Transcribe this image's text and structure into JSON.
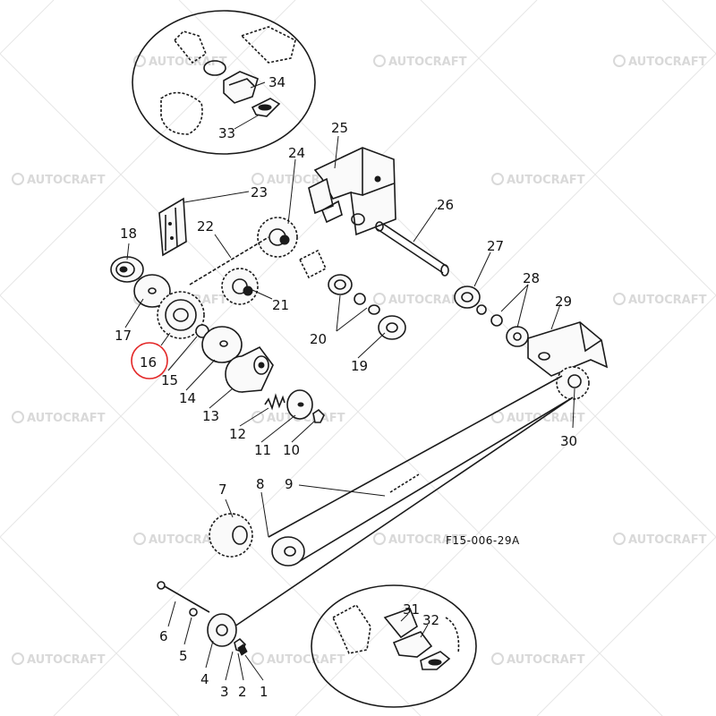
{
  "watermark": "AUTOCRAFT",
  "figure_code": "F15-006-29A",
  "highlight_color": "#e32626",
  "parts": [
    "1",
    "2",
    "3",
    "4",
    "5",
    "6",
    "7",
    "8",
    "9",
    "10",
    "11",
    "12",
    "13",
    "14",
    "15",
    "16",
    "17",
    "18",
    "19",
    "20",
    "21",
    "22",
    "23",
    "24",
    "25",
    "26",
    "27",
    "28",
    "29",
    "30",
    "31",
    "32",
    "33",
    "34"
  ],
  "highlighted_part": "16"
}
